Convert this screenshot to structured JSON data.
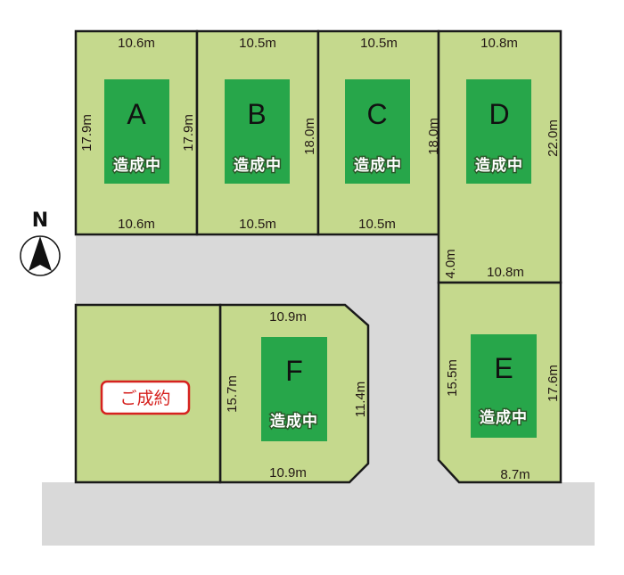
{
  "colors": {
    "lot_fill": "#c5d98d",
    "lot_stroke": "#1a1a1a",
    "road": "#d9d9d9",
    "building": "#27a64a",
    "sold_border": "#d6221f",
    "sold_text": "#d6221f"
  },
  "compass": {
    "label": "N",
    "icon": "north-arrow-icon"
  },
  "lots": {
    "A": {
      "letter": "A",
      "status": "造成中",
      "top": "10.6m",
      "bottom": "10.6m",
      "left": "17.9m",
      "right": "17.9m"
    },
    "B": {
      "letter": "B",
      "status": "造成中",
      "top": "10.5m",
      "bottom": "10.5m",
      "right": "18.0m"
    },
    "C": {
      "letter": "C",
      "status": "造成中",
      "top": "10.5m",
      "bottom": "10.5m",
      "right": "18.0m"
    },
    "D": {
      "letter": "D",
      "status": "造成中",
      "top": "10.8m",
      "bottom": "10.8m",
      "left": "4.0m",
      "right": "22.0m"
    },
    "E": {
      "letter": "E",
      "status": "造成中",
      "bottom": "8.7m",
      "left": "15.5m",
      "right": "17.6m"
    },
    "F": {
      "letter": "F",
      "status": "造成中",
      "top": "10.9m",
      "bottom": "10.9m",
      "left": "15.7m",
      "right": "11.4m"
    },
    "G": {
      "status": "ご成約"
    }
  }
}
